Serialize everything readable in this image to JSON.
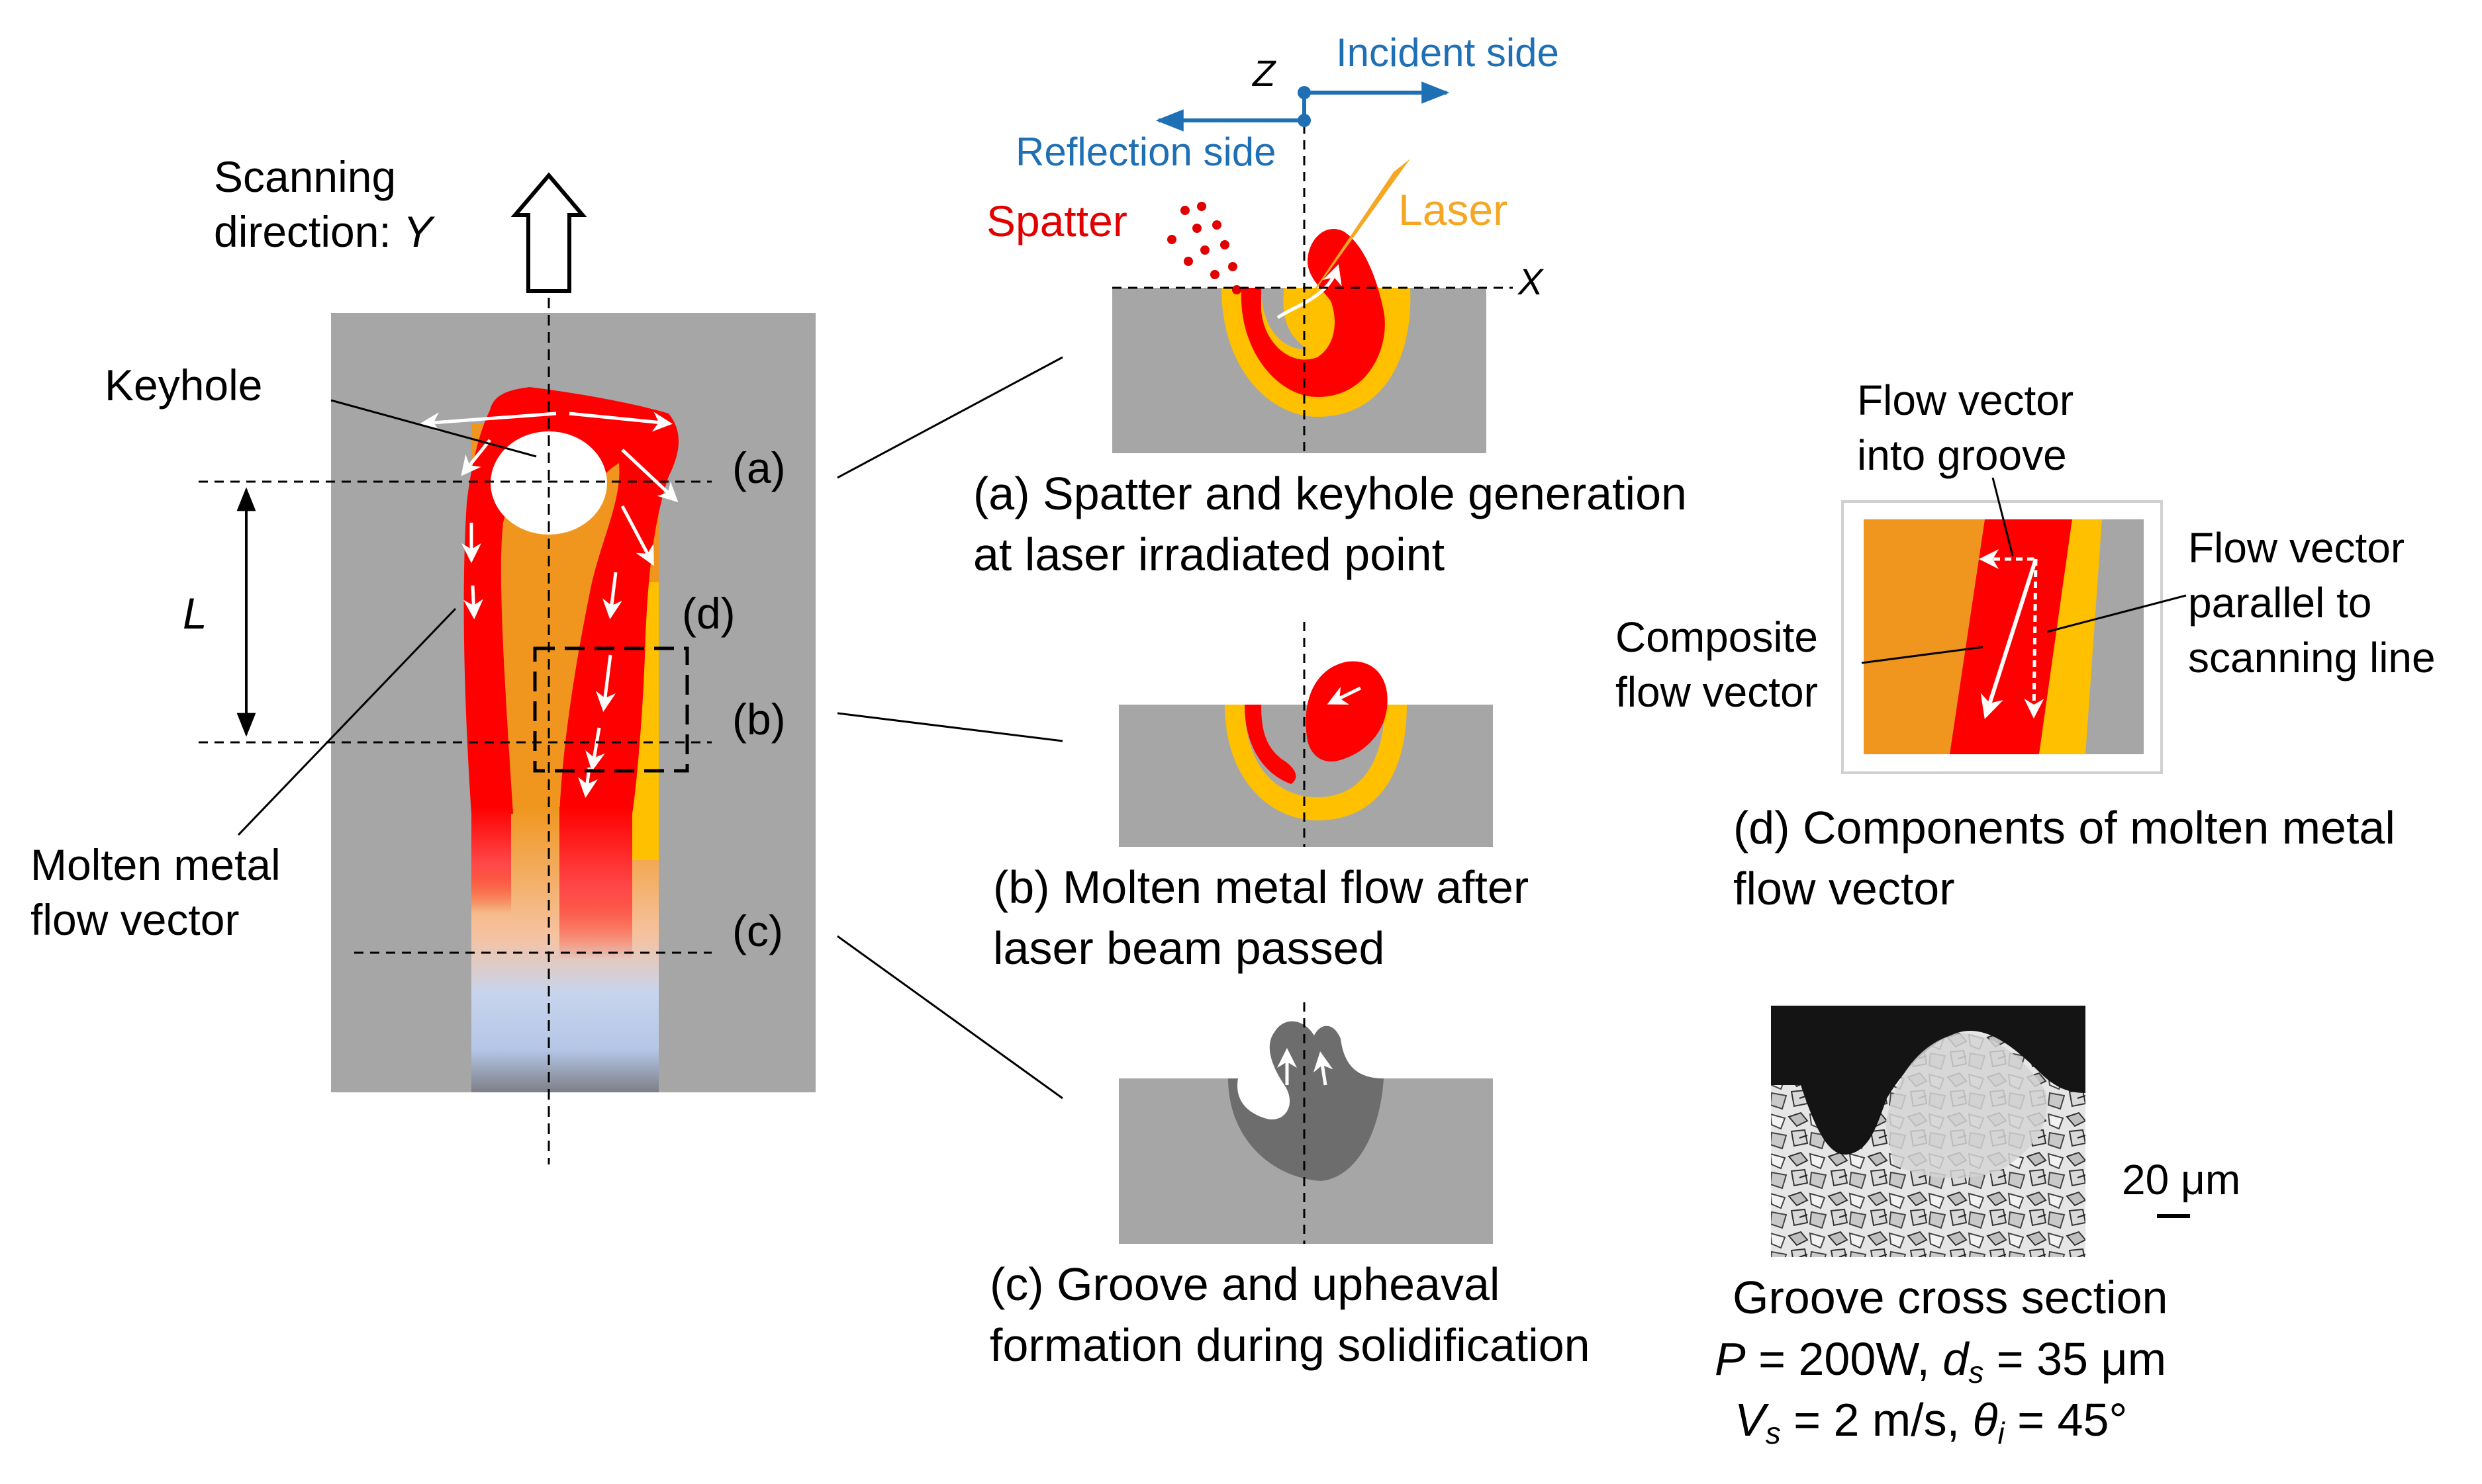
{
  "main_panel": {
    "scanning_direction_line1": "Scanning",
    "scanning_direction_line2": "direction: ",
    "scanning_direction_axis": "Y",
    "keyhole_label": "Keyhole",
    "length_label": "L",
    "molten_flow_line1": "Molten metal",
    "molten_flow_line2": "flow vector",
    "marker_a": "(a)",
    "marker_b": "(b)",
    "marker_c": "(c)",
    "marker_d": "(d)"
  },
  "section_a": {
    "z_label": "Z",
    "x_label": "X",
    "incident_side": "Incident side",
    "reflection_side": "Reflection side",
    "spatter_label": "Spatter",
    "laser_label": "Laser",
    "caption_line1": "(a) Spatter and keyhole generation",
    "caption_line2": "at laser irradiated point"
  },
  "section_b": {
    "caption_line1": "(b) Molten metal flow after",
    "caption_line2": "laser beam passed"
  },
  "section_c": {
    "caption_line1": "(c) Groove and upheaval",
    "caption_line2": "formation during solidification"
  },
  "section_d": {
    "into_groove_line1": "Flow vector",
    "into_groove_line2": "into groove",
    "parallel_line1": "Flow vector",
    "parallel_line2": "parallel to",
    "parallel_line3": "scanning line",
    "composite_line1": "Composite",
    "composite_line2": "flow vector",
    "caption_line1": "(d) Components of molten metal",
    "caption_line2": "flow vector"
  },
  "micrograph": {
    "scale_label": "20 μm",
    "caption_title": "Groove cross section",
    "param_P_sym": "P",
    "param_P_val": " = 200W, ",
    "param_ds_sym": "d",
    "param_ds_sub": "s",
    "param_ds_val": " = 35 μm",
    "param_Vs_sym": "V",
    "param_Vs_sub": "s",
    "param_Vs_val": " = 2 m/s, ",
    "param_theta_sym": "θ",
    "param_theta_sub": "i",
    "param_theta_val": " = 45°"
  },
  "colors": {
    "substrate_gray": "#a6a6a6",
    "molten_red": "#ff0000",
    "heat_orange": "#f0961e",
    "heat_yellow": "#ffc000",
    "solid_blue": "#b4c6e7",
    "laser_orange": "#f5a623",
    "axis_blue": "#1f6fb4",
    "groove_dark": "#6d6d6d"
  }
}
